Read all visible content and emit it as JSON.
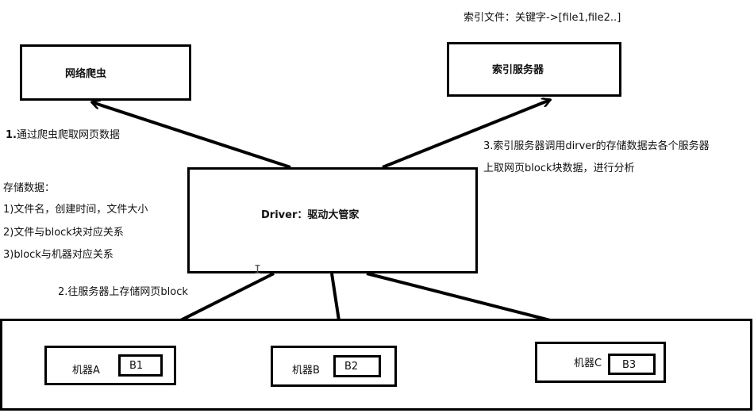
{
  "nodes": {
    "crawler": "网络爬虫",
    "index_server": "索引服务器",
    "driver": "Driver：驱动大管家",
    "machine_a": "机器A",
    "machine_b": "机器B",
    "machine_c": "机器C",
    "block_1": "B1",
    "block_2": "B2",
    "block_3": "B3"
  },
  "annotations": {
    "index_file": "索引文件：关键字->[file1,file2..]",
    "step1_num": "1.",
    "step1_text": "通过爬虫爬取网页数据",
    "step2": "2.往服务器上存储网页block",
    "step3_line1": "3.索引服务器调用dirver的存储数据去各个服务器",
    "step3_line2": "上取网页block块数据，进行分析"
  },
  "storage": {
    "title": "存储数据：",
    "items": [
      "1)文件名，创建时间，文件大小",
      "2)文件与block块对应关系",
      "3)block与机器对应关系"
    ]
  }
}
